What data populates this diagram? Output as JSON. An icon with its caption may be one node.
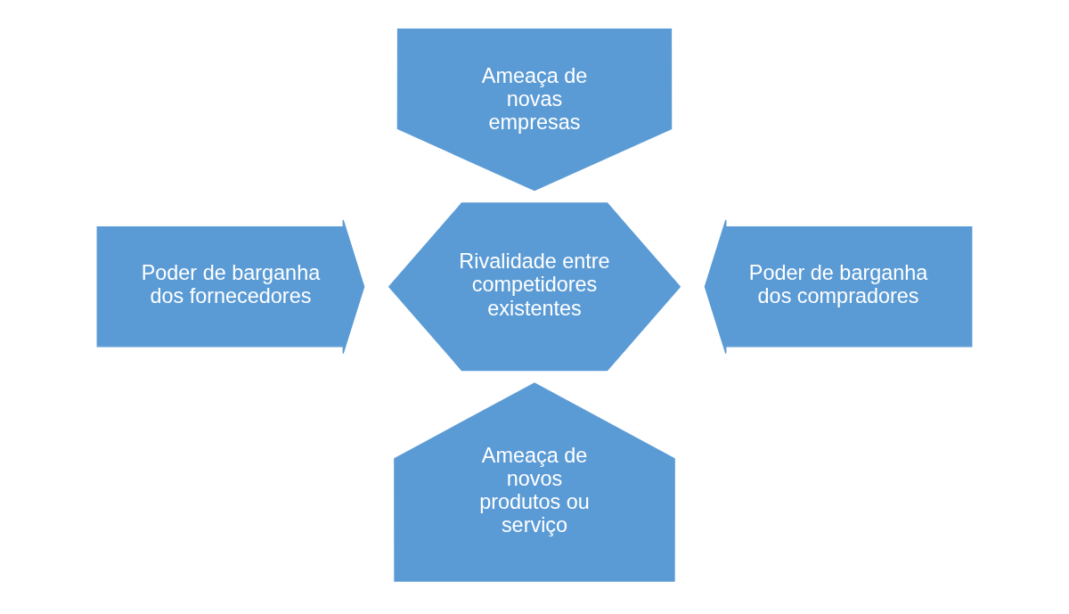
{
  "diagram": {
    "nodes": [
      {
        "text": [
          "Ameaça de novas empresas"
        ]
      },
      {
        "text": [
          "Poder de barganha dos fornecedores"
        ]
      },
      {
        "text": [
          "Rivalidade entre competidores existentes"
        ]
      },
      {
        "text": [
          "Poder de barganha dos compradores"
        ]
      },
      {
        "text": [
          "Ameaça de novos produtos ou serviço"
        ]
      }
    ],
    "edges": []
  }
}
